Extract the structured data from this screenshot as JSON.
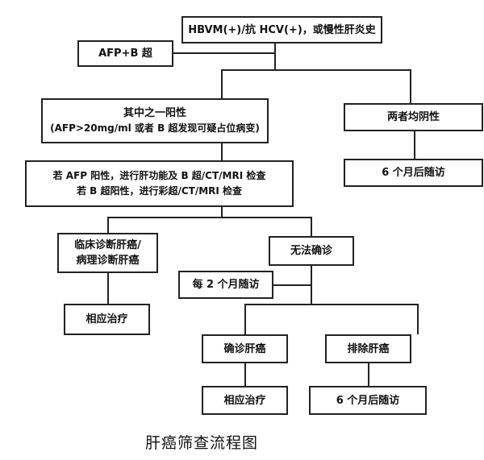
{
  "title": "肝癌筛查流程图",
  "nodes": {
    "start": "HBVM(+)/抗 HCV(+)，或慢性肝炎史",
    "screen": "AFP+B 超",
    "positive_line1": "其中之一阳性",
    "positive_line2": "(AFP>20mg/ml 或者 B 超发现可疑占位病变)",
    "negative": "两者均阴性",
    "followup_6m_top": "6 个月后随访",
    "exam_line1": "若 AFP 阳性，进行肝功能及 B 超/CT/MRI 检查",
    "exam_line2": "若 B 超阳性，进行彩超/CT/MRI 检查",
    "diagnosed_line1": "临床诊断肝癌/",
    "diagnosed_line2": "病理诊断肝癌",
    "uncertain": "无法确诊",
    "followup_2m": "每 2 个月随访",
    "treatment_left": "相应治疗",
    "confirmed": "确诊肝癌",
    "excluded": "排除肝癌",
    "treatment_bottom": "相应治疗",
    "followup_6m_bottom": "6 个月后随访"
  }
}
